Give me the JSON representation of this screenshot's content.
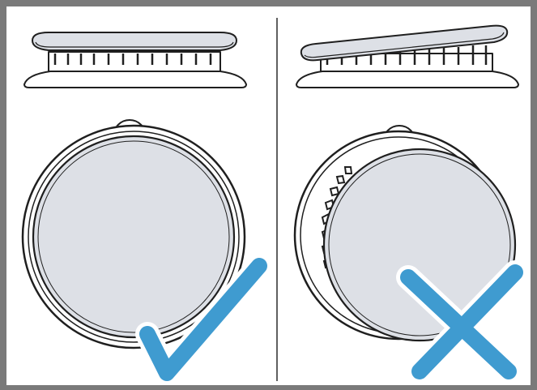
{
  "figure": {
    "panels": [
      {
        "id": "correct",
        "result": "correct-placement",
        "mark_icon": "checkmark-icon",
        "burner_cap_icon": "burner-cap-level-icon",
        "burner_top_icon": "burner-top-view-level-icon"
      },
      {
        "id": "incorrect",
        "result": "incorrect-placement",
        "mark_icon": "cross-icon",
        "burner_cap_icon": "burner-cap-tilted-icon",
        "burner_top_icon": "burner-top-view-offset-icon"
      }
    ]
  },
  "colors": {
    "frame": "#7a7a7a",
    "divider": "#2b2b2b",
    "outline": "#1f1f1f",
    "cap_fill": "#dde0e6",
    "ring_fill": "#ffffff",
    "mark": "#3f9bd0"
  }
}
